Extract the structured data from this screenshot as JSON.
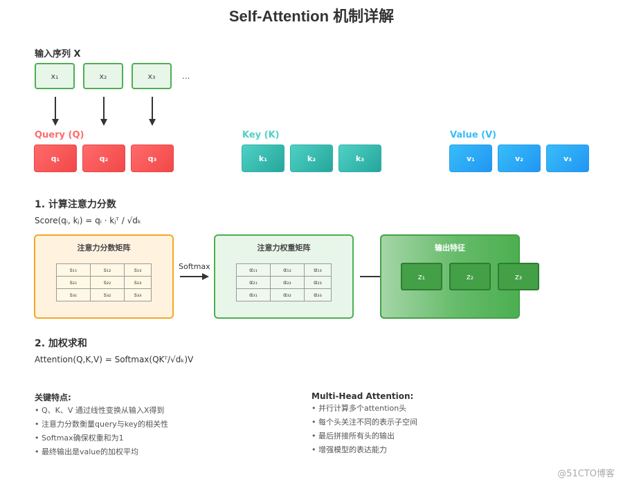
{
  "title": "Self-Attention 机制详解",
  "input": {
    "label": "输入序列 X",
    "tokens": [
      "x₁",
      "x₂",
      "x₃"
    ],
    "ellipsis": "..."
  },
  "query": {
    "label": "Query (Q)",
    "items": [
      "q₁",
      "q₂",
      "q₃"
    ],
    "color": "#ff6b6b"
  },
  "key": {
    "label": "Key (K)",
    "items": [
      "k₁",
      "k₂",
      "k₃"
    ],
    "color": "#4fd1c5"
  },
  "value": {
    "label": "Value (V)",
    "items": [
      "v₁",
      "v₂",
      "v₃"
    ],
    "color": "#38bdf8"
  },
  "step1": {
    "title": "1. 计算注意力分数",
    "formula": "Score(qᵢ, kⱼ) = qᵢ · kⱼᵀ / √dₖ"
  },
  "score_panel": {
    "title": "注意力分数矩阵",
    "rows": [
      [
        "s₁₁",
        "s₁₂",
        "s₁₃"
      ],
      [
        "s₂₁",
        "s₂₂",
        "s₂₃"
      ],
      [
        "s₃₁",
        "s₃₂",
        "s₃₃"
      ]
    ]
  },
  "softmax_label": "Softmax",
  "weight_panel": {
    "title": "注意力权重矩阵",
    "rows": [
      [
        "α₁₁",
        "α₁₂",
        "α₁₃"
      ],
      [
        "α₂₁",
        "α₂₂",
        "α₂₃"
      ],
      [
        "α₃₁",
        "α₃₂",
        "α₃₃"
      ]
    ]
  },
  "output_panel": {
    "title": "输出特征",
    "items": [
      "z₁",
      "z₂",
      "z₃"
    ]
  },
  "step2": {
    "title": "2. 加权求和",
    "formula": "Attention(Q,K,V) = Softmax(QKᵀ/√dₖ)V"
  },
  "features": {
    "title": "关键特点:",
    "items": [
      "• Q、K、V 通过线性变换从输入X得到",
      "• 注意力分数衡量query与key的相关性",
      "• Softmax确保权重和为1",
      "• 最终输出是value的加权平均"
    ]
  },
  "multihead": {
    "title": "Multi-Head Attention:",
    "items": [
      "• 并行计算多个attention头",
      "• 每个头关注不同的表示子空间",
      "• 最后拼接所有头的输出",
      "• 增强模型的表达能力"
    ]
  },
  "watermark": "@51CTO博客"
}
